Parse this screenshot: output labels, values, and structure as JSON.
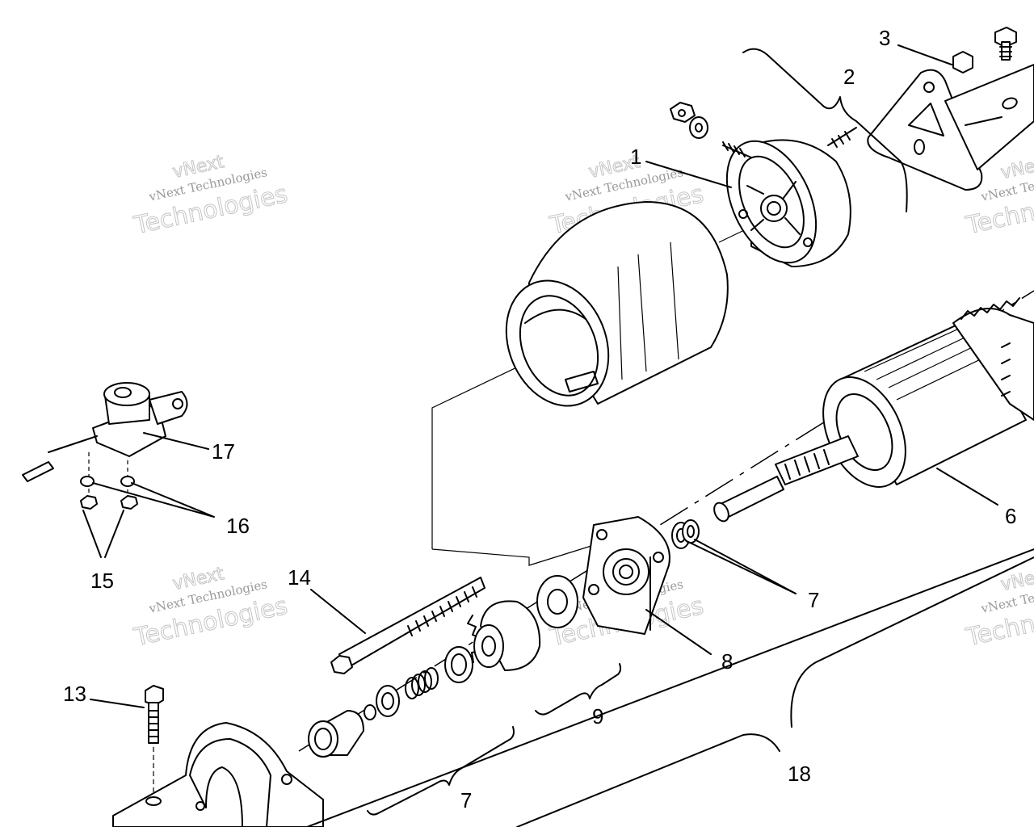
{
  "callouts": {
    "c1": "1",
    "c2": "2",
    "c3": "3",
    "c6": "6",
    "c7a": "7",
    "c7b": "7",
    "c8": "8",
    "c9": "9",
    "c13": "13",
    "c14": "14",
    "c15": "15",
    "c16": "16",
    "c17": "17",
    "c18": "18"
  },
  "watermark": {
    "brand": "vNext",
    "company": "vNext Technologies",
    "word": "Technologies"
  }
}
